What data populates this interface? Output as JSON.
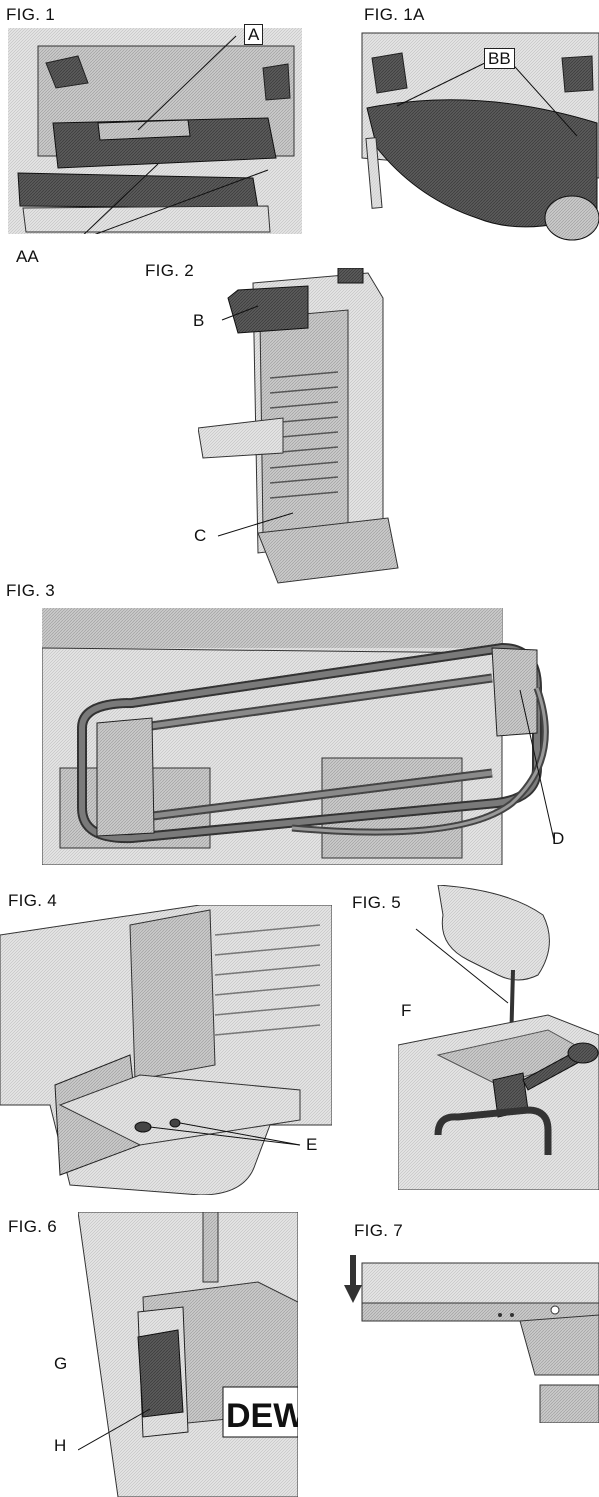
{
  "figures": {
    "fig1": {
      "title": "FIG. 1",
      "callouts": {
        "a": "A",
        "aa": "AA"
      }
    },
    "fig1a": {
      "title": "FIG. 1A",
      "callouts": {
        "bb": "BB"
      }
    },
    "fig2": {
      "title": "FIG. 2",
      "callouts": {
        "b": "B",
        "c": "C"
      }
    },
    "fig3": {
      "title": "FIG. 3",
      "callouts": {
        "d": "D"
      }
    },
    "fig4": {
      "title": "FIG. 4",
      "callouts": {
        "e": "E"
      }
    },
    "fig5": {
      "title": "FIG. 5",
      "callouts": {
        "f": "F"
      }
    },
    "fig6": {
      "title": "FIG. 6",
      "callouts": {
        "g": "G",
        "h": "H"
      },
      "brand_text": "DEW"
    },
    "fig7": {
      "title": "FIG. 7"
    }
  }
}
